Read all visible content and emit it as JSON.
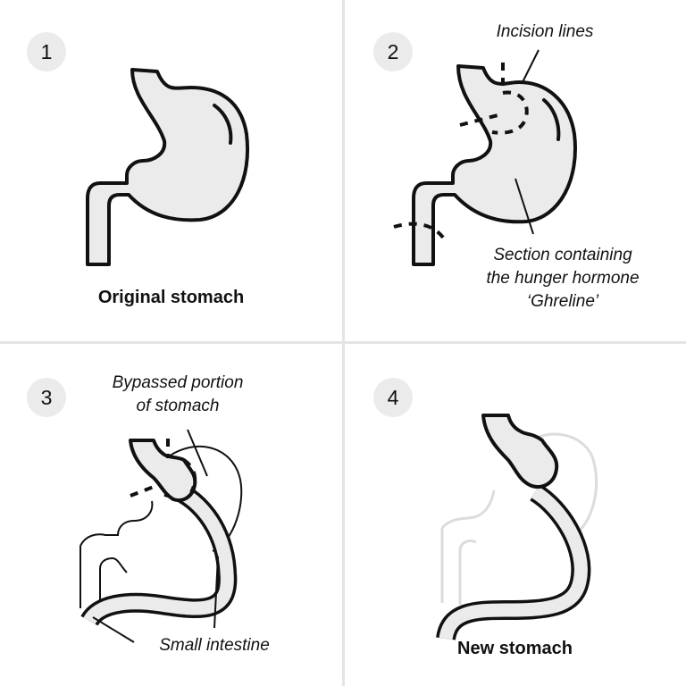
{
  "panels": [
    {
      "number": "1",
      "caption": "Original stomach"
    },
    {
      "number": "2",
      "annotation_top": "Incision lines",
      "annotation_bottom": [
        "Section containing",
        "the hunger hormone",
        "‘Ghreline’"
      ]
    },
    {
      "number": "3",
      "annotation_top": [
        "Bypassed portion",
        "of stomach"
      ],
      "annotation_bottom": "Small intestine"
    },
    {
      "number": "4",
      "caption": "New stomach"
    }
  ],
  "colors": {
    "organ_fill": "#ebebeb",
    "outline": "#111111",
    "ghost_outline": "#dcdcdc",
    "badge": "#ebebeb",
    "divider": "#e4e4e4"
  }
}
